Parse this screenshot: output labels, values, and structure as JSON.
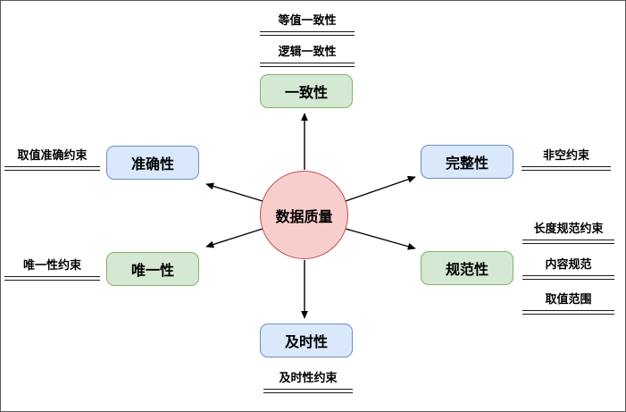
{
  "diagram": {
    "center": {
      "label": "数据质量"
    },
    "nodes": {
      "consistency": {
        "label": "一致性",
        "color": "green"
      },
      "accuracy": {
        "label": "准确性",
        "color": "blue"
      },
      "completeness": {
        "label": "完整性",
        "color": "blue"
      },
      "uniqueness": {
        "label": "唯一性",
        "color": "green"
      },
      "standardization": {
        "label": "规范性",
        "color": "green"
      },
      "timeliness": {
        "label": "及时性",
        "color": "blue"
      }
    },
    "annotations": {
      "equivalence": "等值一致性",
      "logic": "逻辑一致性",
      "value_accuracy": "取值准确约束",
      "non_null": "非空约束",
      "uniqueness_constraint": "唯一性约束",
      "length_spec": "长度规范约束",
      "content_spec": "内容规范",
      "value_range": "取值范围",
      "timeliness_constraint": "及时性约束"
    },
    "colors": {
      "green_fill": "#d5e8d4",
      "green_border": "#82b366",
      "blue_fill": "#dae8fc",
      "blue_border": "#6c8ebf",
      "center_fill": "#f8cecc",
      "center_border": "#b85450",
      "arrow": "#000000",
      "canvas_border": "#5a5a5a"
    }
  }
}
